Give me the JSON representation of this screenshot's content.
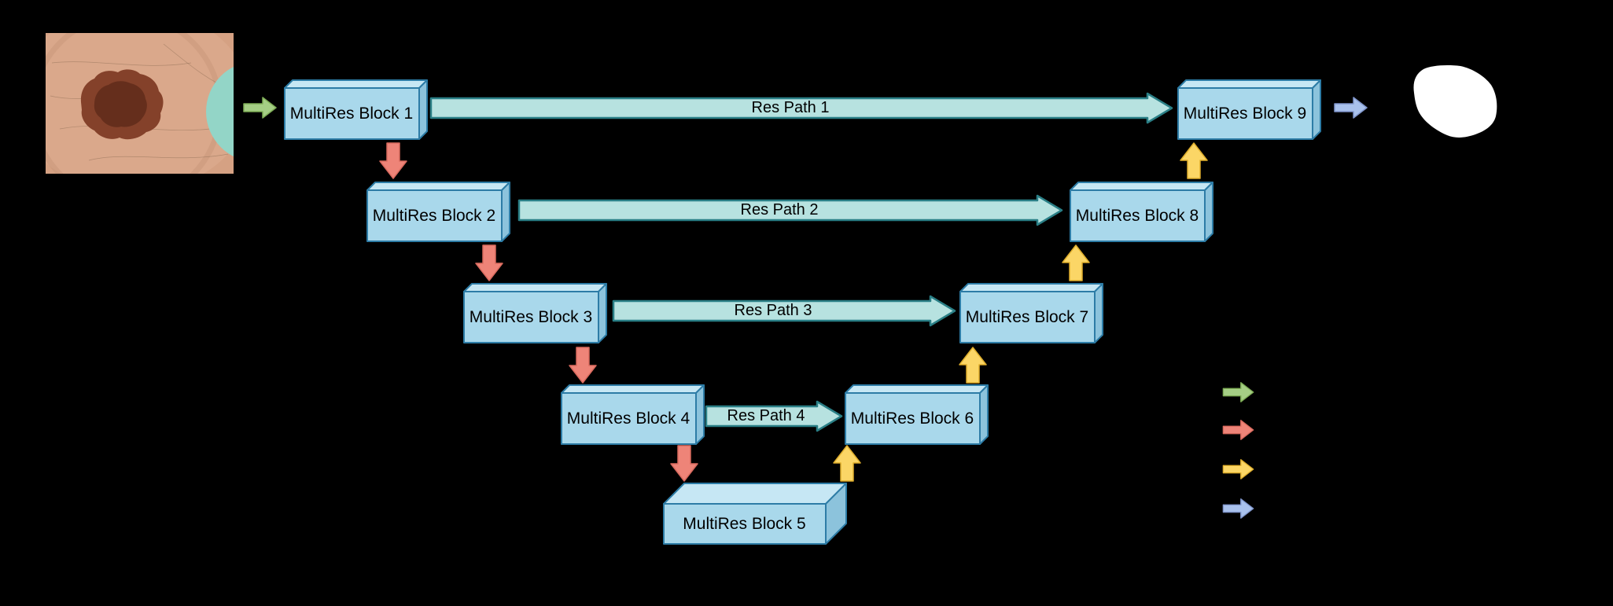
{
  "diagram": {
    "name": "MultiResUNet segmentation architecture",
    "type": "U-shaped encoder-decoder block diagram"
  },
  "input_image": {
    "name": "skin-lesion-photograph",
    "description": "dermoscopic photo of a brown mole on skin with teal marker circle"
  },
  "output_image": {
    "name": "binary-segmentation-mask",
    "description": "white lesion mask on black background"
  },
  "blocks": [
    {
      "label": "MultiRes Block 1"
    },
    {
      "label": "MultiRes Block 2"
    },
    {
      "label": "MultiRes Block 3"
    },
    {
      "label": "MultiRes Block 4"
    },
    {
      "label": "MultiRes Block 5"
    },
    {
      "label": "MultiRes Block 6"
    },
    {
      "label": "MultiRes Block 7"
    },
    {
      "label": "MultiRes Block 8"
    },
    {
      "label": "MultiRes Block 9"
    }
  ],
  "res_paths": [
    {
      "label": "Res Path 1"
    },
    {
      "label": "Res Path 2"
    },
    {
      "label": "Res Path 3"
    },
    {
      "label": "Res Path 4"
    }
  ],
  "legend": {
    "items": [
      {
        "icon": "green-right-arrow-icon",
        "color": "#a5ce85"
      },
      {
        "icon": "red-right-arrow-icon",
        "color": "#ee8478"
      },
      {
        "icon": "yellow-right-arrow-icon",
        "color": "#fbd666"
      },
      {
        "icon": "blue-right-arrow-icon",
        "color": "#a9c1ec"
      }
    ]
  },
  "colors": {
    "background": "#000000",
    "block_fill": "#a9d8eb",
    "block_top": "#c6e7f4",
    "block_side": "#8cc3dc",
    "block_border": "#2d7ca6",
    "respath_fill": "#b7e2e0",
    "respath_border": "#2a7f86",
    "green_fill": "#a5ce85",
    "green_border": "#7fae57",
    "red_fill": "#ee8478",
    "red_border": "#d96a5e",
    "yellow_fill": "#fbd666",
    "yellow_border": "#dfae2c",
    "blue_fill": "#a9c1ec",
    "blue_border": "#8096cc",
    "label_text": "#000000",
    "mask_white": "#ffffff",
    "skin_base": "#d5a183",
    "mole_outer": "#84412a",
    "mole_inner": "#5f2c1a",
    "teal_circle": "#93d5c7"
  }
}
